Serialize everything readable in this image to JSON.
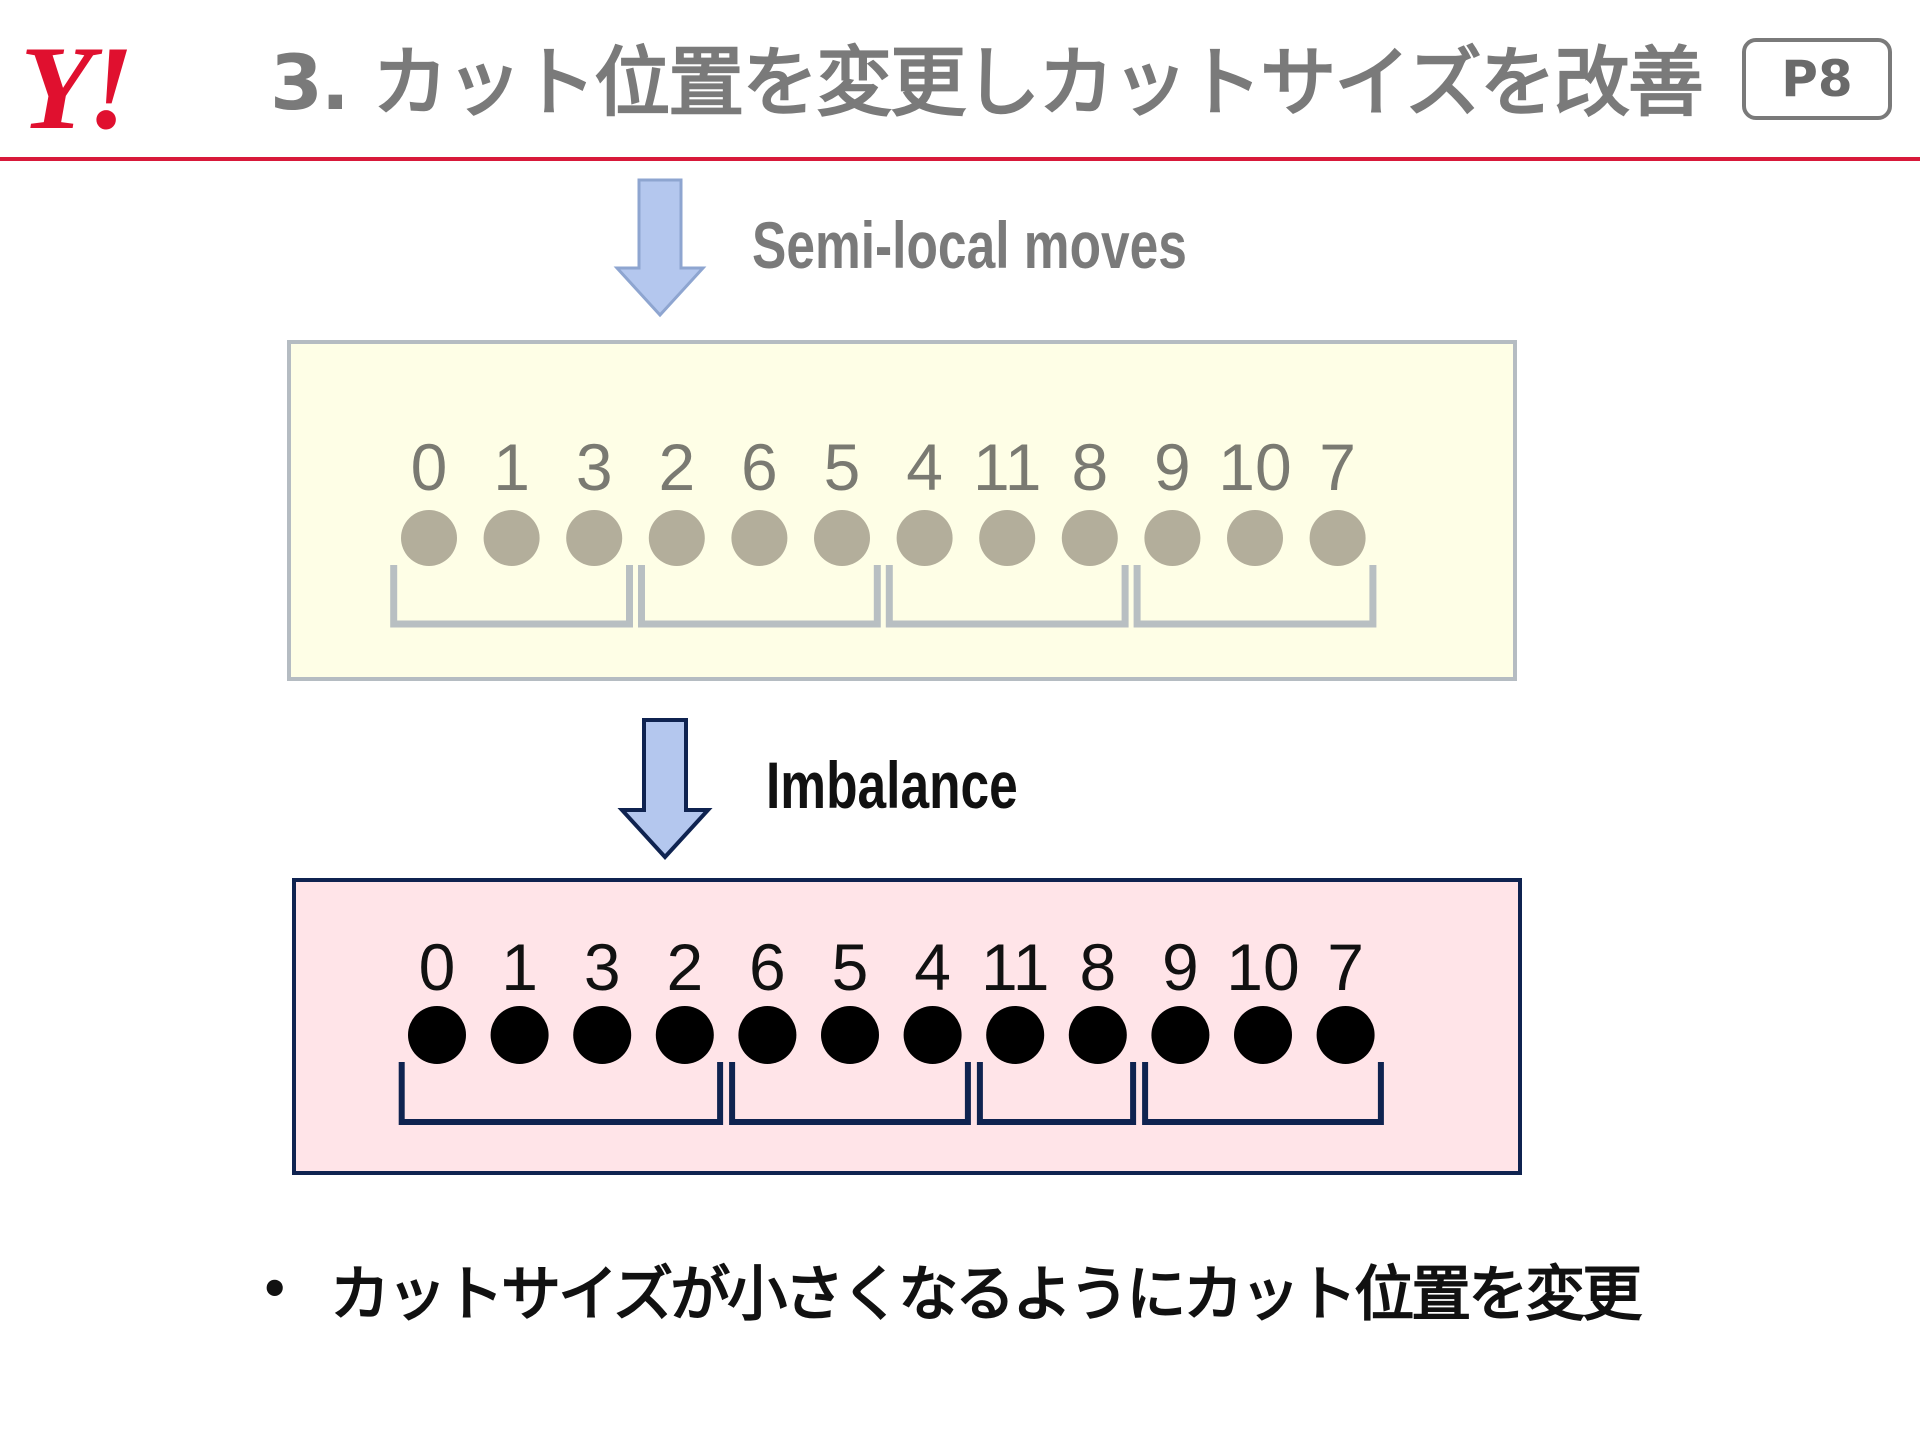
{
  "header": {
    "logo_text": "Y!",
    "title": "3. カット位置を変更しカットサイズを改善",
    "page_label": "P8"
  },
  "colors": {
    "accent_red": "#d8193a",
    "arrow_fill": "#b4c7ee",
    "panel1_fill": "#fefee6",
    "panel2_fill": "#ffe4e8",
    "panel2_border": "#0f2350"
  },
  "steps": [
    {
      "label": "Semi-local moves"
    },
    {
      "label": "Imbalance"
    }
  ],
  "panels": [
    {
      "numbers": [
        "0",
        "1",
        "3",
        "2",
        "6",
        "5",
        "4",
        "11",
        "8",
        "9",
        "10",
        "7"
      ],
      "groups": [
        [
          0,
          2
        ],
        [
          3,
          5
        ],
        [
          6,
          8
        ],
        [
          9,
          11
        ]
      ]
    },
    {
      "numbers": [
        "0",
        "1",
        "3",
        "2",
        "6",
        "5",
        "4",
        "11",
        "8",
        "9",
        "10",
        "7"
      ],
      "groups": [
        [
          0,
          3
        ],
        [
          4,
          6
        ],
        [
          7,
          8
        ],
        [
          9,
          11
        ]
      ]
    }
  ],
  "bullet": {
    "marker": "•",
    "text": "カットサイズが小さくなるようにカット位置を変更"
  }
}
